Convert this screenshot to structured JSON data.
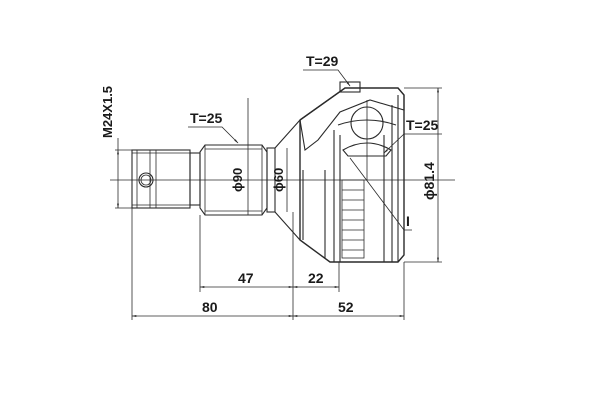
{
  "title": "CV Joint Outer (Drive Shaft Joint) Technical Drawing",
  "labels": {
    "thread": "M24X1.5",
    "tooth_shaft": "T=25",
    "tooth_outer": "T=29",
    "tooth_inner": "T=25",
    "dia_shaft": "ϕ90",
    "dia_seal": "ϕ60",
    "dia_outer": "ϕ81.4",
    "marker": "I"
  },
  "dimensions": {
    "d47": "47",
    "d22": "22",
    "d80": "80",
    "d52": "52"
  },
  "colors": {
    "line": "#2a2a2a",
    "background": "#ffffff"
  }
}
